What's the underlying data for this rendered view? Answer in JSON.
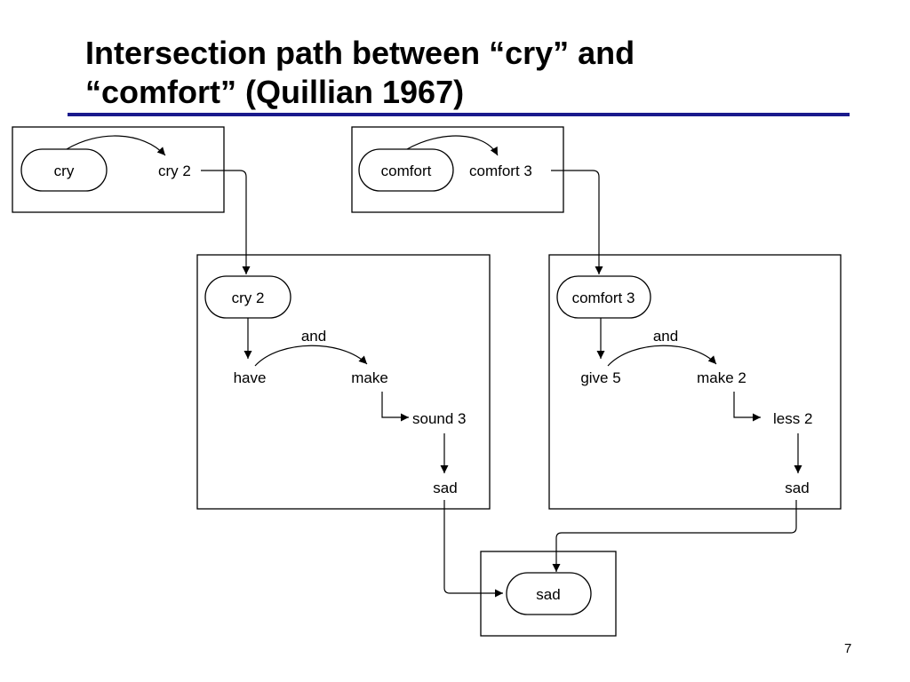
{
  "slide": {
    "title_line1": "Intersection path between “cry” and",
    "title_line2": "“comfort” (Quillian 1967)",
    "page_number": "7",
    "rule_color": "#1a1a8c"
  },
  "diagram": {
    "cry_box": {
      "node_cry": "cry",
      "node_cry2": "cry 2"
    },
    "comfort_box": {
      "node_comfort": "comfort",
      "node_comfort3": "comfort 3"
    },
    "cry_frame": {
      "node_cry2": "cry 2",
      "node_have": "have",
      "edge_and": "and",
      "node_make": "make",
      "node_sound3": "sound 3",
      "node_sad": "sad"
    },
    "comfort_frame": {
      "node_comfort3": "comfort 3",
      "node_give5": "give 5",
      "edge_and": "and",
      "node_make2": "make 2",
      "node_less2": "less 2",
      "node_sad": "sad"
    },
    "sad_box": {
      "node_sad": "sad"
    }
  }
}
